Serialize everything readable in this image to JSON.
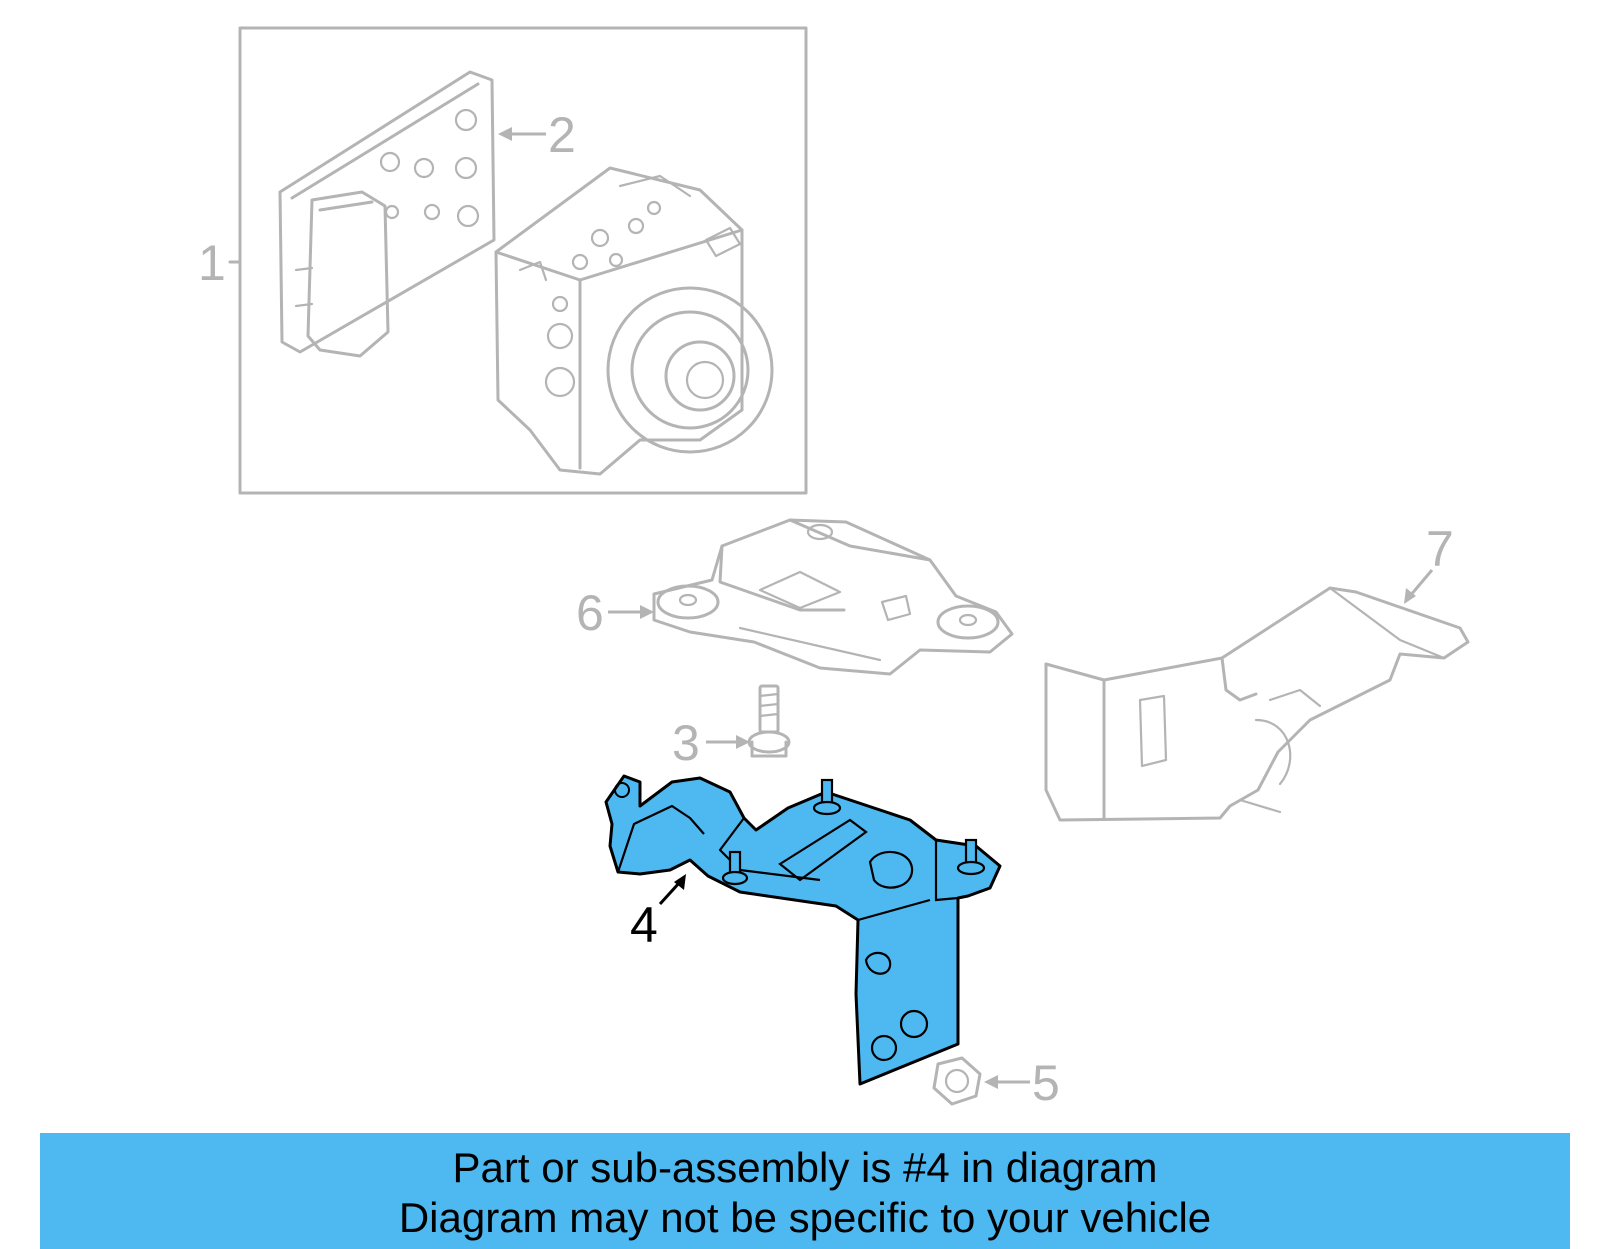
{
  "callouts": {
    "c1": "1",
    "c2": "2",
    "c3": "3",
    "c4": "4",
    "c5": "5",
    "c6": "6",
    "c7": "7"
  },
  "highlight_part": "4",
  "colors": {
    "highlight_fill": "#4db9f0",
    "ghost_line": "#b4b4b4",
    "banner_bg": "#4db9f0",
    "active_text": "#000000"
  },
  "banner": {
    "line1": "Part or sub-assembly is #4 in diagram",
    "line2": "Diagram may not be specific to your vehicle"
  }
}
